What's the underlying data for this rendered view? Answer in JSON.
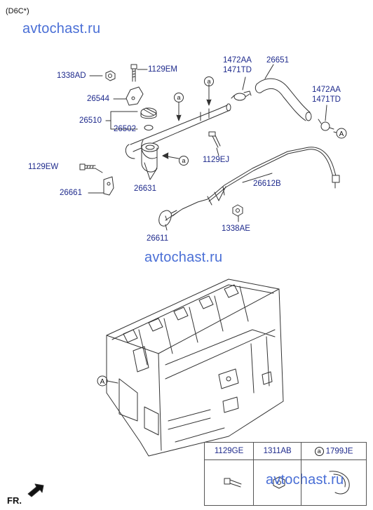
{
  "header": {
    "model_code": "(D6C*)"
  },
  "watermarks": [
    "avtochast.ru",
    "avtochast.ru",
    "avtochast.ru"
  ],
  "callouts": {
    "c_1338AD": "1338AD",
    "c_1129EM": "1129EM",
    "c_26544": "26544",
    "c_26510": "26510",
    "c_26502": "26502",
    "c_1129EW": "1129EW",
    "c_26661": "26661",
    "c_26631": "26631",
    "c_1472AA_a": "1472AA",
    "c_1471TD_a": "1471TD",
    "c_26651": "26651",
    "c_1472AA_b": "1472AA",
    "c_1471TD_b": "1471TD",
    "c_1129EJ": "1129EJ",
    "c_26612B": "26612B",
    "c_26611": "26611",
    "c_1338AE": "1338AE"
  },
  "refs": {
    "a": "a",
    "A": "A"
  },
  "parts_table": {
    "headers": [
      "1129GE",
      "1311AB",
      "1799JE"
    ],
    "third_marker": "a"
  },
  "footer": {
    "fr_label": "FR."
  }
}
